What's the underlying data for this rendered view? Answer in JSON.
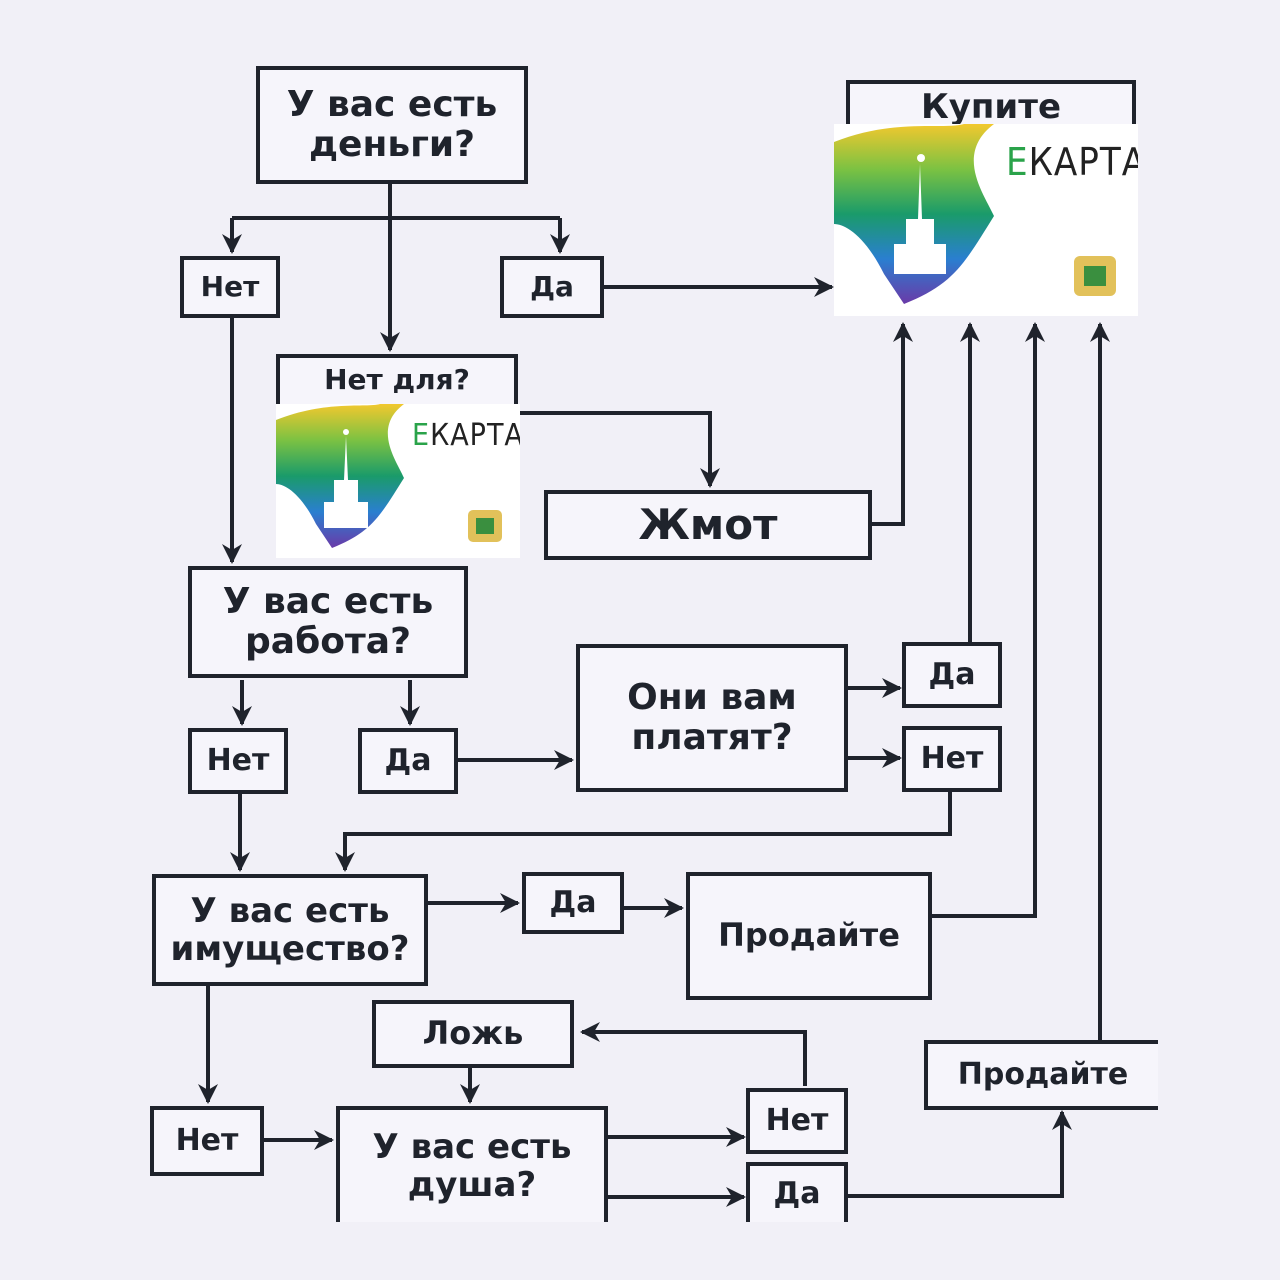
{
  "flowchart": {
    "money_question": "У вас есть\nденьги?",
    "money_no": "Нет",
    "money_yes": "Да",
    "no_for": "Нет для?",
    "stingy": "Жмот",
    "buy": "Купите",
    "job_question": "У вас есть\nработа?",
    "job_no": "Нет",
    "job_yes": "Да",
    "paid_question": "Они вам\nплатят?",
    "paid_yes": "Да",
    "paid_no": "Нет",
    "property_question": "У вас есть\nимущество?",
    "property_yes": "Да",
    "sell_property": "Продайте",
    "property_no": "Нет",
    "lie": "Ложь",
    "soul_question": "У вас есть\nдуша?",
    "soul_no": "Нет",
    "soul_yes": "Да",
    "sell_soul": "Продайте"
  },
  "card": {
    "brand_name": "КАРТА",
    "brand_initial": "Е"
  },
  "colors": {
    "background": "#f1f0f7",
    "line": "#1f232c",
    "card_green": "#2aa34a"
  }
}
